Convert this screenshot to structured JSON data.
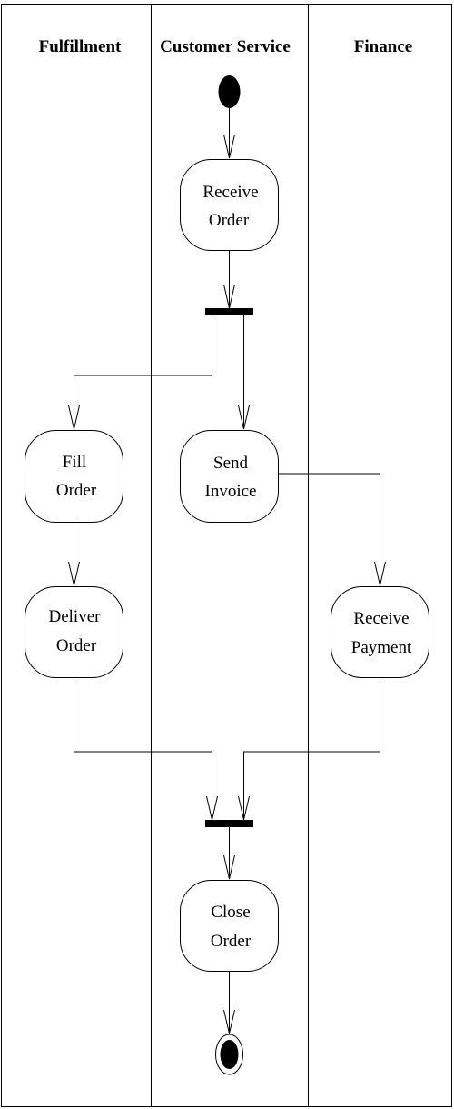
{
  "lanes": [
    "Fulfillment",
    "Customer Service",
    "Finance"
  ],
  "nodes": {
    "receive_order": [
      "Receive",
      "Order"
    ],
    "fill_order": [
      "Fill",
      "Order"
    ],
    "send_invoice": [
      "Send",
      "Invoice"
    ],
    "deliver_order": [
      "Deliver",
      "Order"
    ],
    "receive_payment": [
      "Receive",
      "Payment"
    ],
    "close_order": [
      "Close",
      "Order"
    ]
  }
}
